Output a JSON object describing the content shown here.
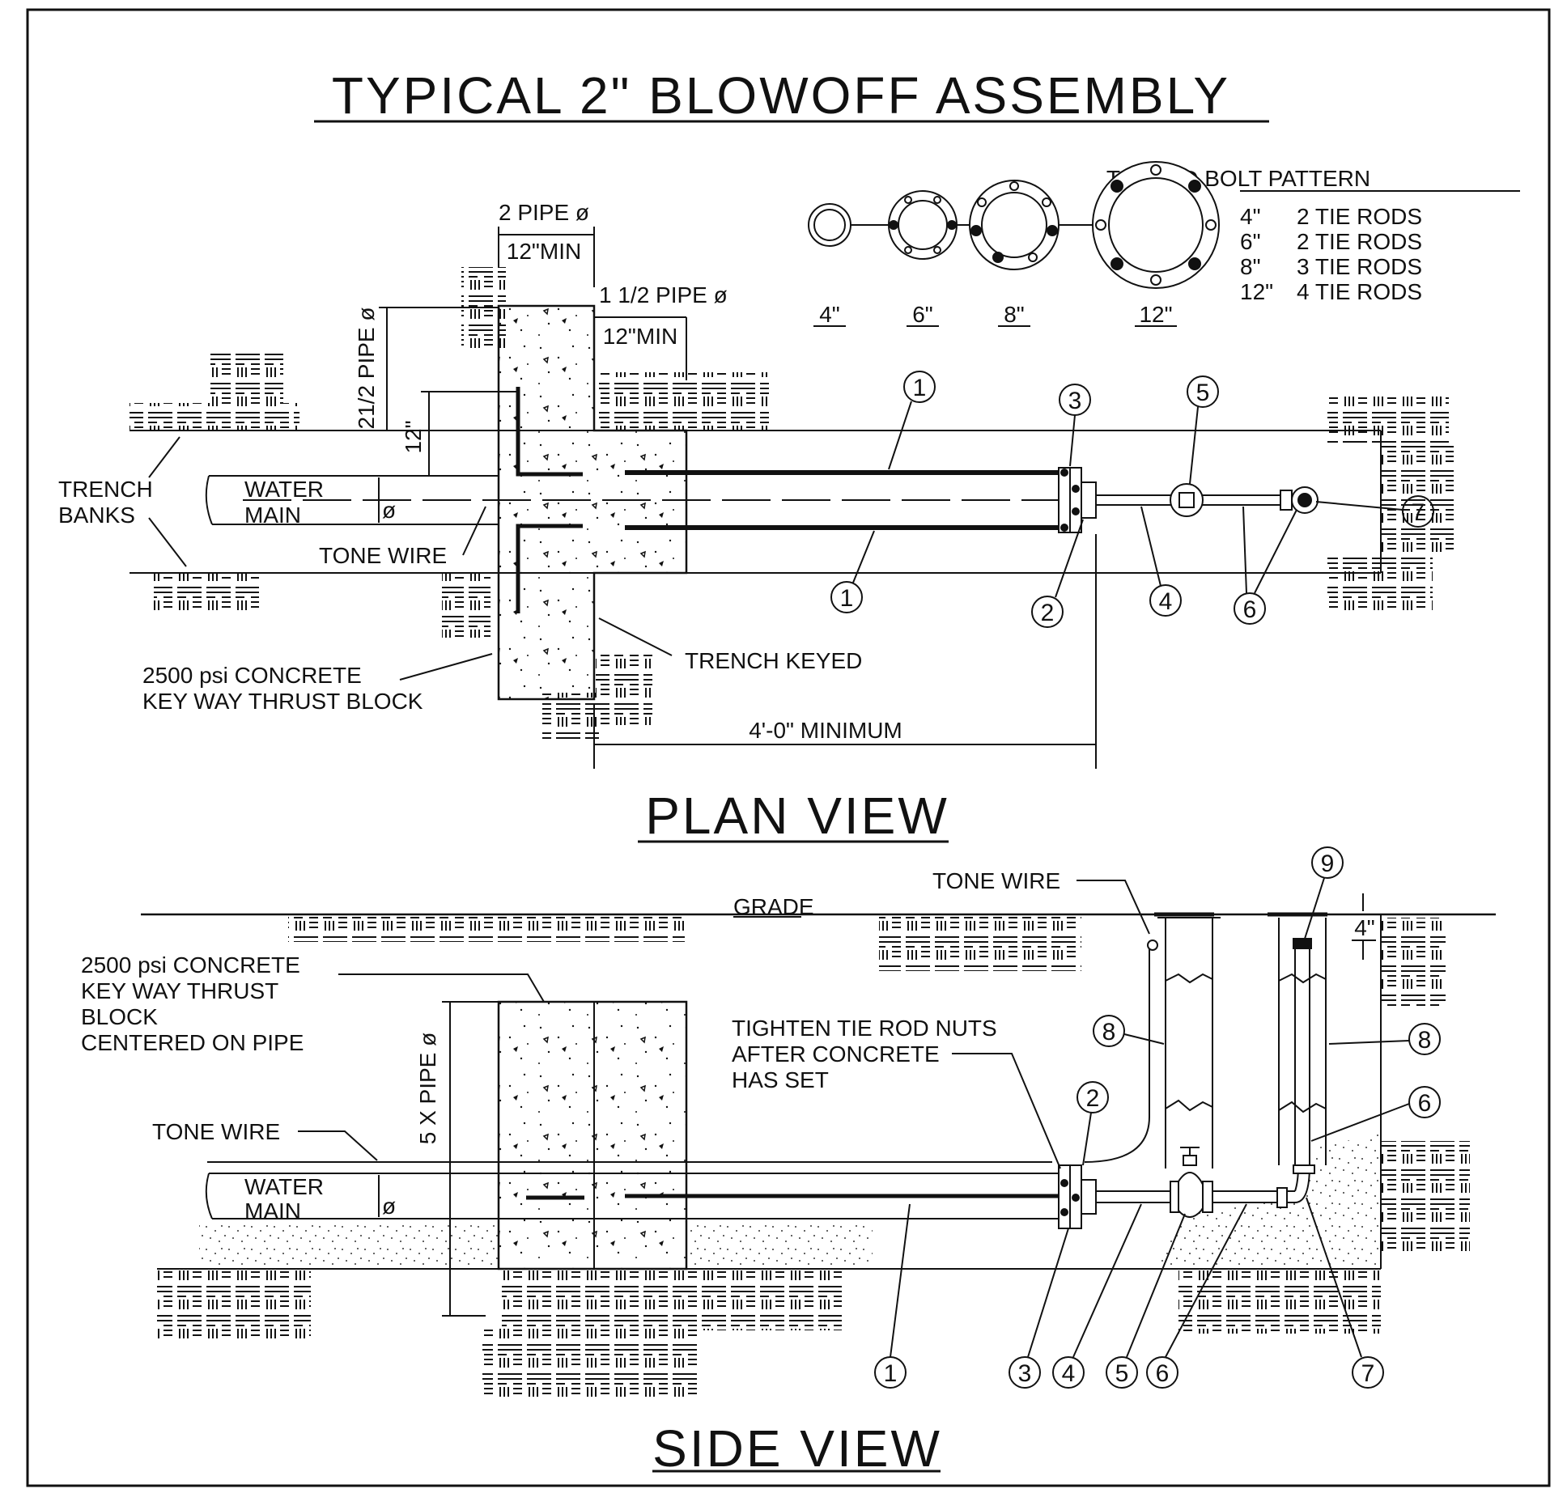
{
  "title": "TYPICAL 2\" BLOWOFF ASSEMBLY",
  "tie_rod": {
    "heading": "TIE ROD BOLT PATTERN",
    "rows": [
      {
        "size": "4\"",
        "spec": "2 TIE RODS"
      },
      {
        "size": "6\"",
        "spec": "2 TIE RODS"
      },
      {
        "size": "8\"",
        "spec": "3 TIE RODS"
      },
      {
        "size": "12\"",
        "spec": "4 TIE RODS"
      }
    ],
    "sizes": [
      "4\"",
      "6\"",
      "8\"",
      "12\""
    ]
  },
  "plan": {
    "heading": "PLAN VIEW",
    "dim_2pipe": "2 PIPE ø",
    "dim_12min_a": "12\"MIN",
    "dim_1half": "1 1/2 PIPE ø",
    "dim_12min_b": "12\"MIN",
    "dim_21half": "21/2 PIPE ø",
    "dim_12": "12\"",
    "trench_banks_1": "TRENCH",
    "trench_banks_2": "BANKS",
    "water_1": "WATER",
    "water_2": "MAIN",
    "dia": "ø",
    "tone_wire": "TONE WIRE",
    "concrete_1": "2500 psi CONCRETE",
    "concrete_2": "KEY WAY THRUST BLOCK",
    "trench_keyed": "TRENCH KEYED",
    "min_4ft": "4'-0\" MINIMUM",
    "callouts": [
      "1",
      "1",
      "2",
      "3",
      "4",
      "5",
      "6",
      "7"
    ]
  },
  "side": {
    "heading": "SIDE VIEW",
    "grade": "GRADE",
    "tone_wire_top": "TONE WIRE",
    "tone_wire_left": "TONE WIRE",
    "concrete_1": "2500 psi CONCRETE",
    "concrete_2": "KEY WAY THRUST",
    "concrete_3": "BLOCK",
    "concrete_4": "CENTERED ON PIPE",
    "five_x": "5 X PIPE ø",
    "tighten_1": "TIGHTEN TIE ROD NUTS",
    "tighten_2": "AFTER CONCRETE",
    "tighten_3": "HAS SET",
    "water_1": "WATER",
    "water_2": "MAIN",
    "dia": "ø",
    "four_in": "4\"",
    "callouts": [
      "1",
      "2",
      "3",
      "4",
      "5",
      "6",
      "6",
      "7",
      "8",
      "8",
      "9"
    ]
  }
}
